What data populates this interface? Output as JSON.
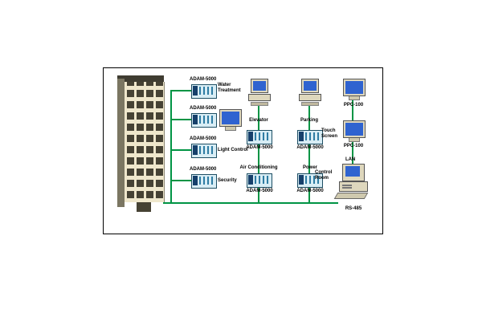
{
  "colors": {
    "network_line": "#009444"
  },
  "left_column": {
    "items": [
      {
        "title": "ADAM-5000",
        "name": "Water Treatment"
      },
      {
        "title": "ADAM-5000",
        "name": ""
      },
      {
        "title": "ADAM-5000",
        "name": "Light Control"
      },
      {
        "title": "ADAM-5000",
        "name": "Security"
      }
    ]
  },
  "elevator_branch": {
    "pc": "Elevator",
    "adam_mid": "ADAM-5000",
    "zone": "Air Conditioning",
    "adam_bottom": "ADAM-5000"
  },
  "parking_branch": {
    "pc": "Parking",
    "adam_mid": "ADAM-5000",
    "zone": "Power",
    "adam_bottom": "ADAM-5000"
  },
  "right_column": {
    "top_monitor": "PPC-100",
    "touch_label": "Touch Screen",
    "touch_model": "PPC-100",
    "lan": "LAN",
    "control_room": "Control Room",
    "bus_label": "RS-485"
  }
}
